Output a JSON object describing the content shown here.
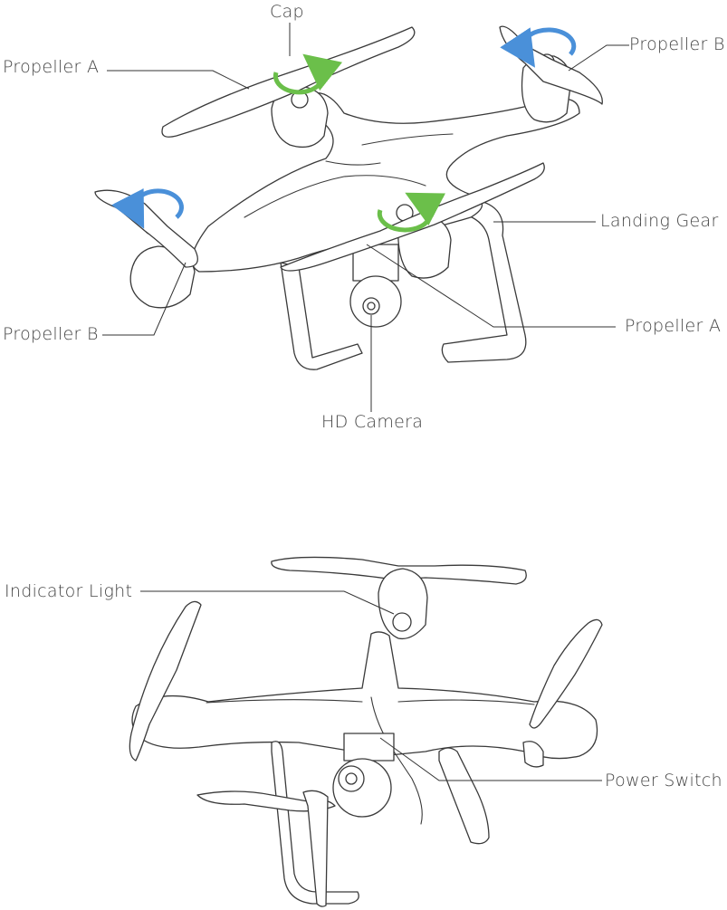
{
  "labels": {
    "cap": "Cap",
    "propeller_a_left": "Propeller A",
    "propeller_b_right": "Propeller B",
    "landing_gear": "Landing Gear",
    "propeller_b_left": "Propeller B",
    "propeller_a_right": "Propeller A",
    "hd_camera": "HD Camera",
    "indicator_light": "Indicator Light",
    "power_switch": "Power Switch"
  },
  "colors": {
    "rotation_a": "#6bbf4a",
    "rotation_b": "#4a90d9",
    "line": "#333333",
    "text": "#444444"
  }
}
